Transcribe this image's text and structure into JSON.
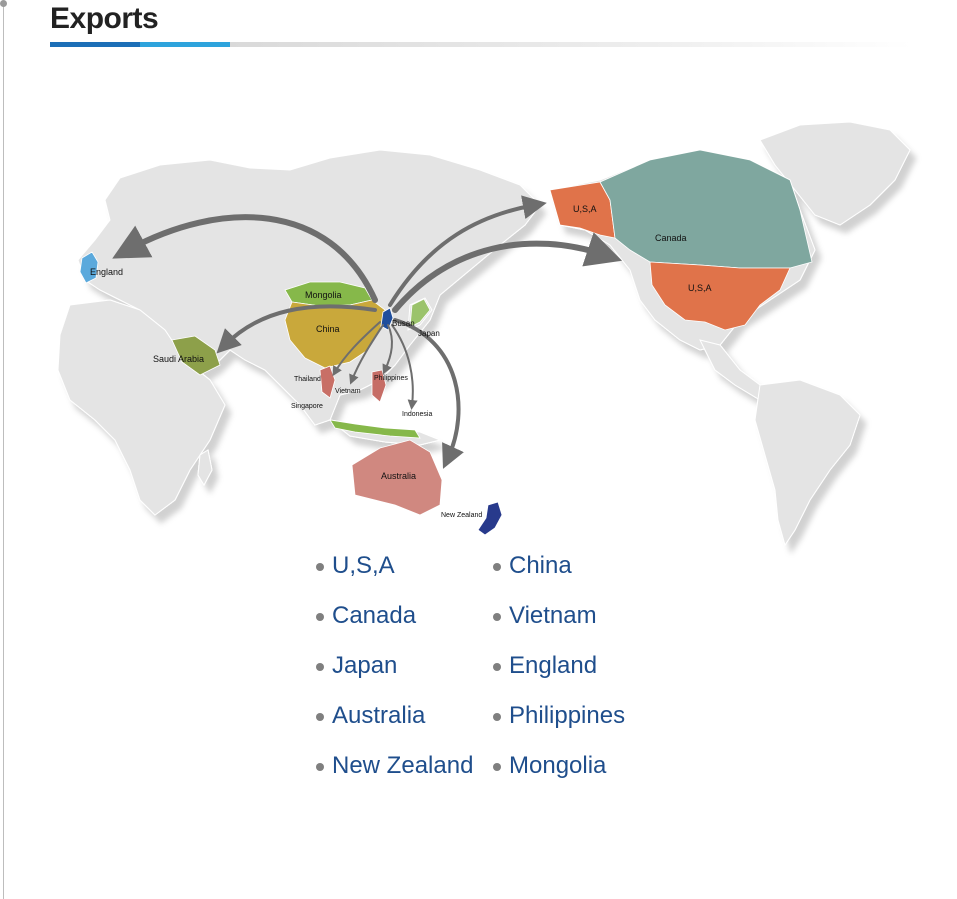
{
  "page": {
    "title": "Exports"
  },
  "colors": {
    "title_bar_primary": "#1c6fb7",
    "title_bar_secondary": "#2ea3dc",
    "land": "#e4e4e4",
    "arrow": "#6e6e6e",
    "legend_text": "#1f4e8c",
    "bullet": "#7f7f7f"
  },
  "map": {
    "labels": {
      "england": "England",
      "mongolia": "Mongolia",
      "china": "China",
      "busan": "Busan",
      "japan": "Japan",
      "saudi_arabia": "Saudi Arabia",
      "thailand": "Thailand",
      "vietnam": "Vietnam",
      "philippines": "Philippines",
      "singapore": "Singapore",
      "indonesia": "Indonesia",
      "australia": "Australia",
      "new_zealand": "New Zealand",
      "usa_alaska": "U,S,A",
      "canada": "Canada",
      "usa_mainland": "U,S,A"
    },
    "region_colors": {
      "usa": "#e0734a",
      "canada": "#7fa79f",
      "china": "#c9a83b",
      "mongolia": "#86b84a",
      "saudi_arabia": "#8da04a",
      "australia": "#d08880",
      "new_zealand": "#283a8c",
      "england": "#5ba9dc",
      "korea": "#1f4e9c",
      "japan": "#9bc36b",
      "thailand": "#c86f66",
      "philippines": "#c66d66",
      "indonesia": "#86b84a"
    }
  },
  "legend": {
    "col1": [
      "U,S,A",
      "Canada",
      "Japan",
      "Australia",
      "New Zealand"
    ],
    "col2": [
      "China",
      "Vietnam",
      "England",
      "Philippines",
      "Mongolia"
    ]
  }
}
